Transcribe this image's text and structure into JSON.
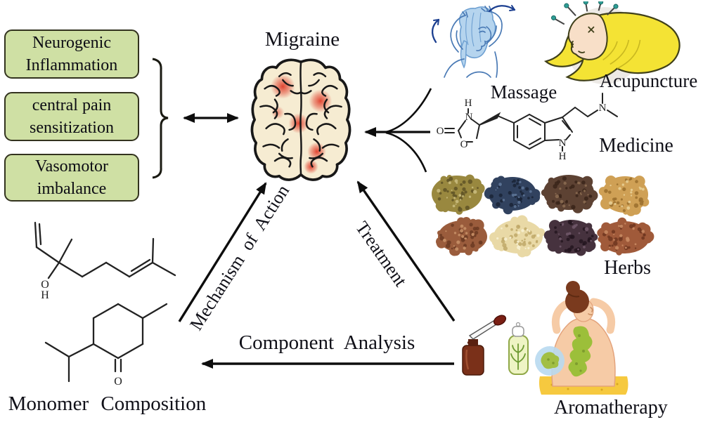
{
  "labels": {
    "migraine": "Migraine",
    "massage": "Massage",
    "acupuncture": "Acupuncture",
    "medicine": "Medicine",
    "herbs": "Herbs",
    "aromatherapy": "Aromatherapy",
    "monomer_composition": "Monomer Composition",
    "mechanism_of_action": "Mechanism of Action",
    "treatment": "Treatment",
    "component_analysis": "Component Analysis"
  },
  "mechanism_boxes": [
    {
      "label": "Neurogenic Inflammation"
    },
    {
      "label": "central pain sensitization"
    },
    {
      "label": "Vasomotor imbalance"
    }
  ],
  "atoms": {
    "oxygen": "O",
    "nitrogen": "N",
    "hydrogen": "H"
  },
  "colors": {
    "box_fill": "#cfe0a4",
    "box_border": "#33331f",
    "text": "#101018",
    "arrow": "#0d0d0d",
    "brain_fill": "#f6ecd2",
    "pain_spot": "#e03a28",
    "massage_line": "#4a7ab5",
    "acupuncture_hair": "#f4e334",
    "aromatherapy_mask": "#9cbf3a"
  },
  "herbs": {
    "piles": [
      {
        "colors": [
          "#99883f",
          "#5f5426",
          "#c9bb7d"
        ]
      },
      {
        "colors": [
          "#31425f",
          "#1a2336",
          "#5c7396"
        ]
      },
      {
        "colors": [
          "#5d4233",
          "#39241a",
          "#8a6a50"
        ]
      },
      {
        "colors": [
          "#cfa055",
          "#9a6f2e",
          "#e8cf96"
        ]
      },
      {
        "colors": [
          "#9a5c3c",
          "#6b3a22",
          "#c68f66"
        ]
      },
      {
        "colors": [
          "#e9d9a6",
          "#c0a868",
          "#f7efd2"
        ]
      },
      {
        "colors": [
          "#46323e",
          "#251620",
          "#6f5668"
        ]
      },
      {
        "colors": [
          "#a05a3a",
          "#6e3620",
          "#c98a63"
        ]
      }
    ]
  }
}
